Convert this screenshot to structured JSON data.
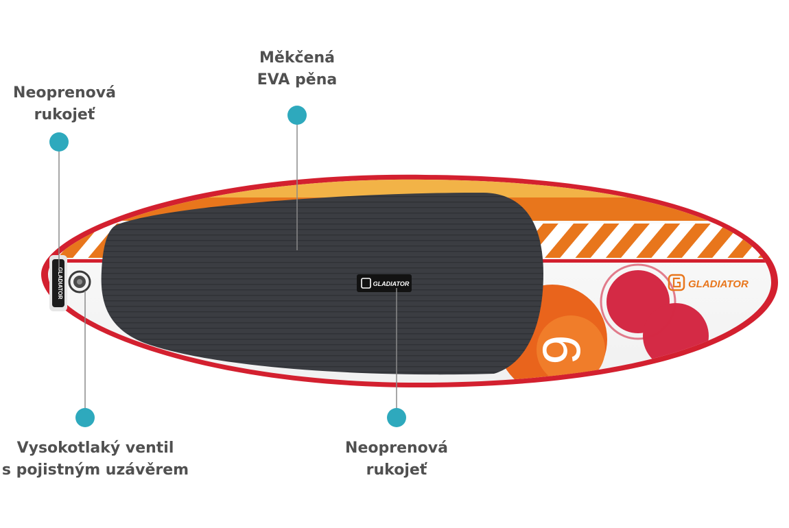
{
  "callouts": {
    "handle_tail": {
      "line1": "Neoprenová",
      "line2": "rukojeť"
    },
    "eva_foam": {
      "line1": "Měkčená",
      "line2": "EVA pěna"
    },
    "valve": {
      "line1": "Vysokotlaký ventil",
      "line2": "s pojistným uzávěrem"
    },
    "handle_center": {
      "line1": "Neoprenová",
      "line2": "rukojeť"
    }
  },
  "board": {
    "brand_logo_text": "GLADIATOR",
    "handle_logo_text": "GLADIATOR",
    "tail_handle_logo_text": "GLADIATOR",
    "size_digit": "9"
  },
  "colors": {
    "marker": "#2ea9bd",
    "leader_line": "#8a8a8a",
    "label_text": "#505050",
    "rail_red": "#d3202f",
    "stripe_orange": "#e8761c",
    "deck_pad": "#3b3d42",
    "bubble_red": "#d42a45",
    "bubble_orange": "#e9641c"
  },
  "icons": {
    "marker": "dot-icon",
    "valve": "valve-icon",
    "logo": "gladiator-logo-icon"
  }
}
